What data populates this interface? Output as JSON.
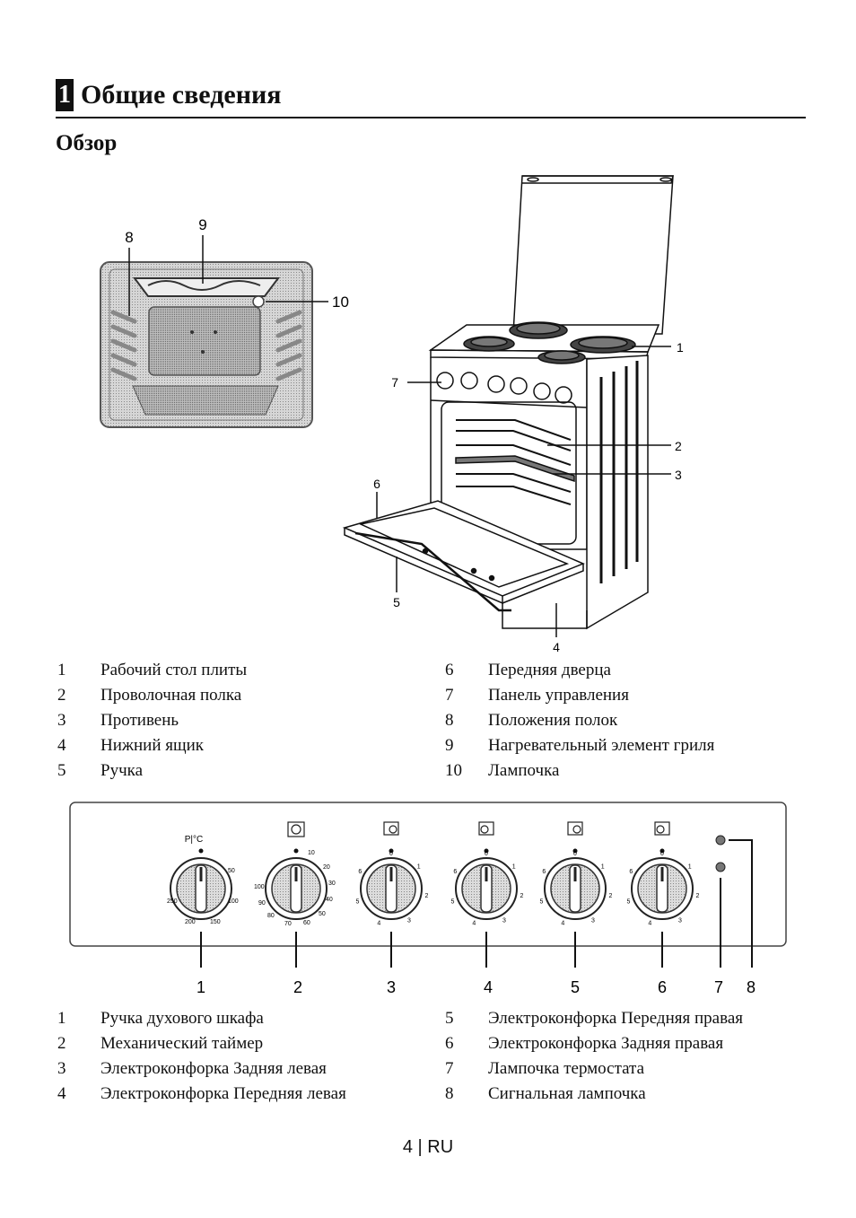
{
  "section": {
    "number": "1",
    "title": "Общие сведения"
  },
  "subtitle": "Обзор",
  "figure1": {
    "callouts": [
      "1",
      "2",
      "3",
      "4",
      "5",
      "6",
      "7",
      "8",
      "9",
      "10"
    ]
  },
  "legend1": [
    {
      "num": "1",
      "text": "Рабочий стол плиты"
    },
    {
      "num": "2",
      "text": "Проволочная полка"
    },
    {
      "num": "3",
      "text": "Противень"
    },
    {
      "num": "4",
      "text": "Нижний ящик"
    },
    {
      "num": "5",
      "text": "Ручка"
    },
    {
      "num": "6",
      "text": "Передняя дверца"
    },
    {
      "num": "7",
      "text": "Панель управления"
    },
    {
      "num": "8",
      "text": "Положения полок"
    },
    {
      "num": "9",
      "text": "Нагревательный элемент гриля"
    },
    {
      "num": "10",
      "text": "Лампочка"
    }
  ],
  "figure2": {
    "oven_knob_label": "P|°C",
    "oven_knob_scale": [
      "250",
      "200",
      "150",
      "100",
      "50"
    ],
    "timer_scale": [
      "10",
      "20",
      "30",
      "40",
      "50",
      "60",
      "70",
      "80",
      "90",
      "100"
    ],
    "hob_scale": [
      "0",
      "1",
      "2",
      "3",
      "4",
      "5",
      "6"
    ],
    "callouts": [
      "1",
      "2",
      "3",
      "4",
      "5",
      "6",
      "7",
      "8"
    ]
  },
  "legend2": [
    {
      "num": "1",
      "text": "Ручка духового шкафа"
    },
    {
      "num": "2",
      "text": "Механический таймер"
    },
    {
      "num": "3",
      "text": "Электроконфорка Задняя левая"
    },
    {
      "num": "4",
      "text": "Электроконфорка Передняя левая"
    },
    {
      "num": "5",
      "text": "Электроконфорка Передняя правая"
    },
    {
      "num": "6",
      "text": "Электроконфорка Задняя правая"
    },
    {
      "num": "7",
      "text": "Лампочка термостата"
    },
    {
      "num": "8",
      "text": "Сигнальная лампочка"
    }
  ],
  "footer": "4 | RU"
}
